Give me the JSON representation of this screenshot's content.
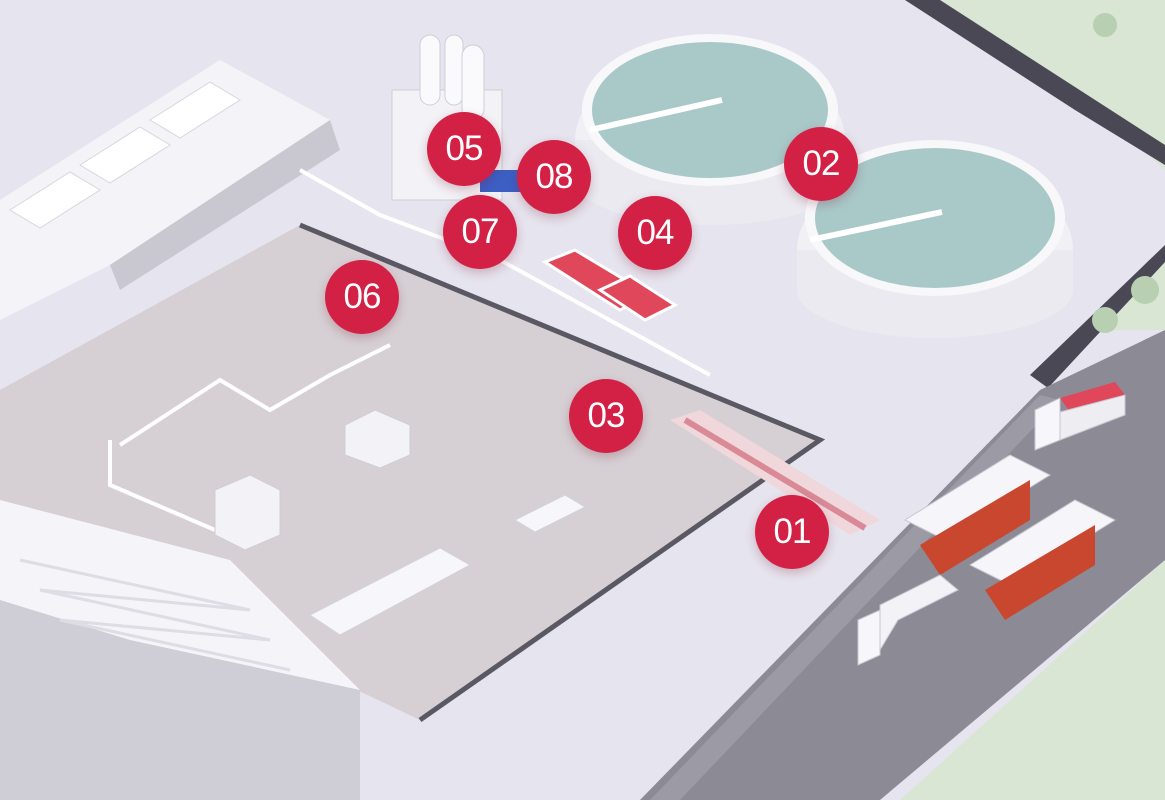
{
  "hotspots": [
    {
      "id": "01",
      "label": "01"
    },
    {
      "id": "02",
      "label": "02"
    },
    {
      "id": "03",
      "label": "03"
    },
    {
      "id": "04",
      "label": "04"
    },
    {
      "id": "05",
      "label": "05"
    },
    {
      "id": "06",
      "label": "06"
    },
    {
      "id": "07",
      "label": "07"
    },
    {
      "id": "08",
      "label": "08"
    }
  ],
  "colors": {
    "marker": "#d32146",
    "marker_text": "#ffffff",
    "ground": "#e4e2ec",
    "yard": "#d6d1d5",
    "water": "#a9c9c9",
    "grass": "#d9e6d3",
    "sludge": "#e0475a"
  }
}
